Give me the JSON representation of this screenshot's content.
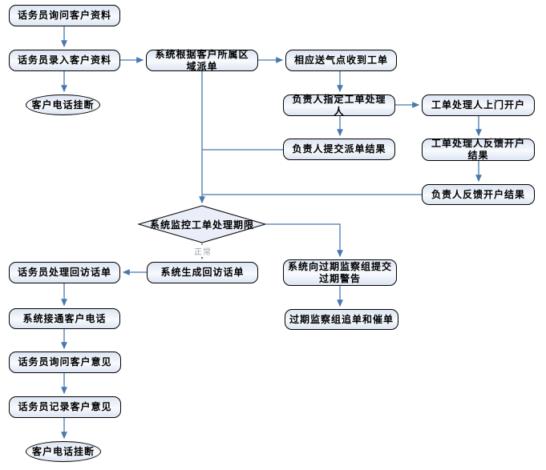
{
  "diagram": {
    "type": "flowchart",
    "language": "zh-CN",
    "background": "#ffffff"
  },
  "colors": {
    "box_fill": "#dde5f3",
    "box_border": "#000000",
    "arrow": "#4878ad",
    "muted": "#9aa0a6",
    "text": "#000000"
  },
  "nodes": [
    {
      "id": "ask-info",
      "shape": "rounded-rect",
      "label": "话务员询问客户资料"
    },
    {
      "id": "enter-info",
      "shape": "rounded-rect",
      "label": "话务员录入客户资料"
    },
    {
      "id": "hangup-1",
      "shape": "ellipse",
      "label": "客户电话挂断"
    },
    {
      "id": "dispatch-by-region",
      "shape": "rounded-rect",
      "label": "系统根据客户所属区域派单"
    },
    {
      "id": "gas-point-receive",
      "shape": "rounded-rect",
      "label": "相应送气点收到工单"
    },
    {
      "id": "assign-handler",
      "shape": "rounded-rect",
      "label": "负责人指定工单处理人"
    },
    {
      "id": "door-open-account",
      "shape": "rounded-rect",
      "label": "工单处理人上门开户"
    },
    {
      "id": "submit-dispatch-result",
      "shape": "rounded-rect",
      "label": "负责人提交派单结果"
    },
    {
      "id": "handler-feedback",
      "shape": "rounded-rect",
      "label": "工单处理人反馈开户结果"
    },
    {
      "id": "leader-feedback",
      "shape": "rounded-rect",
      "label": "负责人反馈开户结果"
    },
    {
      "id": "monitor-deadline",
      "shape": "diamond",
      "label": "系统监控工单处理期限"
    },
    {
      "id": "gen-callback-sheet",
      "shape": "rounded-rect",
      "label": "系统生成回访话单"
    },
    {
      "id": "handle-callback-sheet",
      "shape": "rounded-rect",
      "label": "话务员处理回访话单"
    },
    {
      "id": "overdue-warning",
      "shape": "rounded-rect",
      "label": "系统向过期监察组提交过期警告"
    },
    {
      "id": "overdue-chase",
      "shape": "rounded-rect",
      "label": "过期监察组追单和催单"
    },
    {
      "id": "connect-phone",
      "shape": "rounded-rect",
      "label": "系统接通客户电话"
    },
    {
      "id": "ask-opinion",
      "shape": "rounded-rect",
      "label": "话务员询问客户意见"
    },
    {
      "id": "record-opinion",
      "shape": "rounded-rect",
      "label": "话务员记录客户意见"
    },
    {
      "id": "hangup-2",
      "shape": "ellipse",
      "label": "客户电话挂断"
    }
  ],
  "edge_labels": {
    "normal": "正常"
  }
}
